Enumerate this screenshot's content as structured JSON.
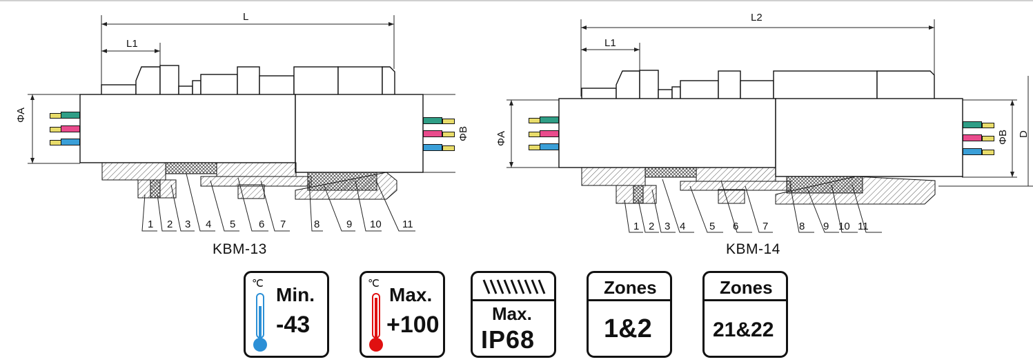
{
  "diagrams": [
    {
      "model": "KBM-13",
      "dims": {
        "overall": "L",
        "thread": "L1",
        "dia_a": "ΦA",
        "dia_b": "ΦB"
      },
      "parts": [
        "1",
        "2",
        "3",
        "4",
        "5",
        "6",
        "7",
        "8",
        "9",
        "10",
        "11"
      ]
    },
    {
      "model": "KBM-14",
      "dims": {
        "overall": "L2",
        "thread": "L1",
        "dia_a": "ΦA",
        "dia_b": "ΦB",
        "extra": "D"
      },
      "parts": [
        "1",
        "2",
        "3",
        "4",
        "5",
        "6",
        "7",
        "8",
        "9",
        "10",
        "11"
      ]
    }
  ],
  "wire_colors": [
    "#2f9e86",
    "#e94b8c",
    "#3a9fd8"
  ],
  "badges": {
    "min_temp": {
      "unit": "℃",
      "label": "Min.",
      "value": "-43",
      "color": "#2b8fd6"
    },
    "max_temp": {
      "unit": "℃",
      "label": "Max.",
      "value": "+100",
      "color": "#e01010"
    },
    "ip": {
      "label": "Max.",
      "value": "IP68"
    },
    "zones_gas": {
      "label": "Zones",
      "value": "1&2"
    },
    "zones_dust": {
      "label": "Zones",
      "value": "21&22"
    }
  }
}
